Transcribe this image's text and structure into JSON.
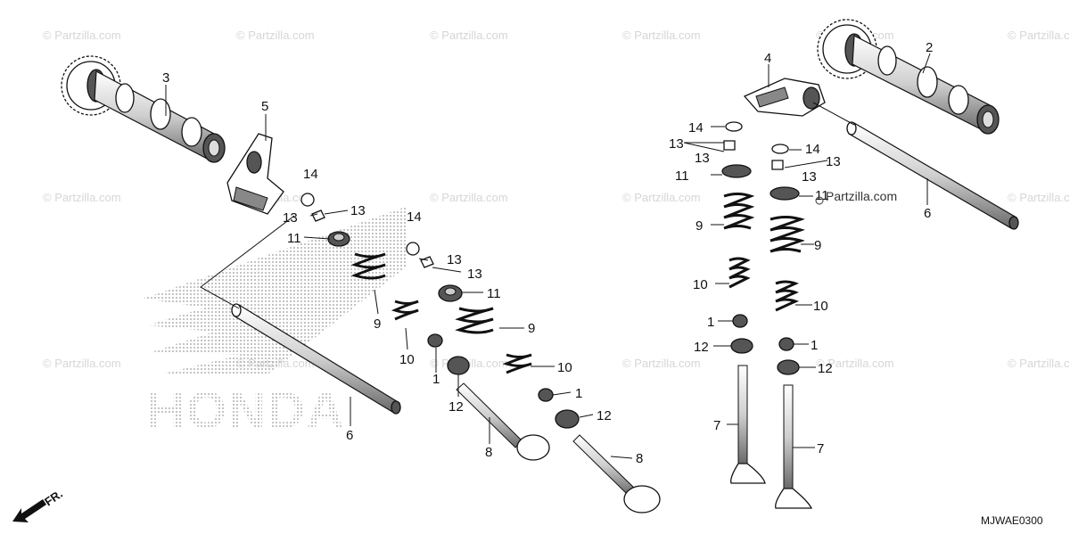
{
  "diagram": {
    "code": "MJWAE0300",
    "direction_label": "FR.",
    "watermark_text": "© Partzilla.com",
    "inline_watermark": "Partzilla.com",
    "logo_text": "HONDA",
    "part_numbers": {
      "p1": "1",
      "p2": "2",
      "p3": "3",
      "p4": "4",
      "p5": "5",
      "p6": "6",
      "p7": "7",
      "p8": "8",
      "p9": "9",
      "p10": "10",
      "p11": "11",
      "p12": "12",
      "p13": "13",
      "p14": "14"
    }
  }
}
